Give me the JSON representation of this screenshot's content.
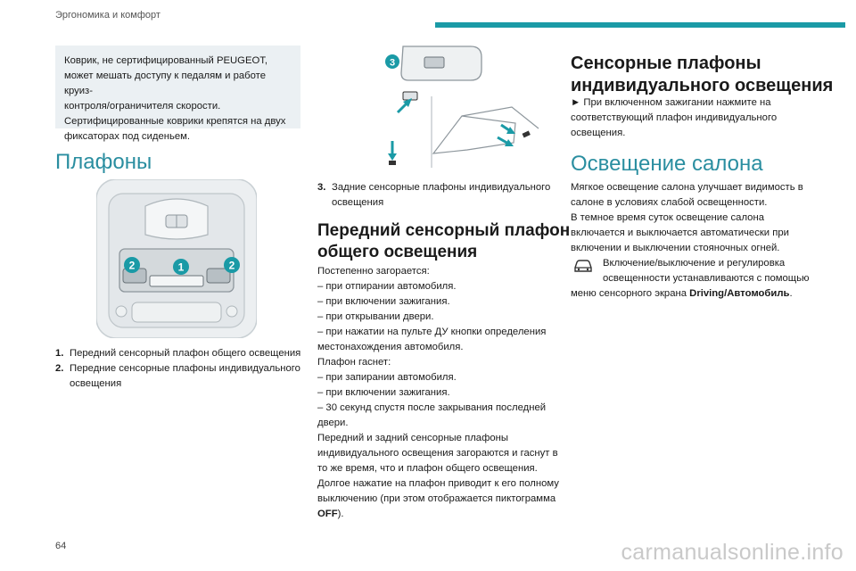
{
  "header": {
    "section_title": "Эргономика и комфорт"
  },
  "note": {
    "lines": [
      "Коврик, не сертифицированный PEUGEOT,",
      "может мешать доступу к педалям и работе круиз-",
      "контроля/ограничителя скорости.",
      "Сертифицированные коврики крепятся на двух",
      "фиксаторах под сиденьем."
    ]
  },
  "section_plafony": {
    "title": "Плафоны"
  },
  "figure1": {
    "callouts": [
      "2",
      "1",
      "2"
    ]
  },
  "captions1": [
    {
      "num": "1.",
      "text": "Передний сенсорный плафон общего освещения"
    },
    {
      "num": "2.",
      "text": "Передние сенсорные плафоны индивидуального",
      "text2": "освещения"
    }
  ],
  "figure2": {
    "callout": "3"
  },
  "captions2": [
    {
      "num": "3.",
      "text": "Задние сенсорные плафоны индивидуального",
      "text2": "освещения"
    }
  ],
  "section_front": {
    "title_line1": "Передний сенсорный плафон",
    "title_line2": "общего освещения",
    "lines": [
      "Постепенно загорается:",
      "–  при отпирании автомобиля.",
      "–  при включении зажигания.",
      "–  при открывании двери.",
      "–  при нажатии на пульте ДУ кнопки определения",
      "местонахождения автомобиля.",
      "Плафон гаснет:",
      "–  при запирании автомобиля.",
      "–  при включении зажигания.",
      "–  30 секунд спустя после закрывания последней",
      "двери.",
      "Передний и задний сенсорные плафоны",
      "индивидуального освещения загораются и гаснут в",
      "то же время, что и плафон общего освещения.",
      "Долгое нажатие на плафон приводит к его полному",
      "выключению (при этом отображается пиктограмма"
    ],
    "last_bold": "OFF",
    "last_tail": ")."
  },
  "section_individual": {
    "title_line1": "Сенсорные плафоны",
    "title_line2": "индивидуального освещения",
    "lines": [
      "►  При включенном зажигании нажмите на",
      "соответствующий плафон индивидуального",
      "освещения."
    ]
  },
  "section_salon": {
    "title": "Освещение салона",
    "lines": [
      "Мягкое освещение салона улучшает видимость в",
      "салоне в условиях слабой освещенности.",
      "В темное время суток освещение салона",
      "включается и выключается автоматически при",
      "включении и выключении стояночных огней."
    ],
    "icon_line1": "Включение/выключение и регулировка",
    "icon_line2": "освещенности устанавливаются с помощью",
    "last_prefix": "меню сенсорного экрана ",
    "last_bold": "Driving/Автомобиль",
    "last_tail": "."
  },
  "page_number": "64",
  "watermark": "carmanualsonline.info",
  "colors": {
    "accent": "#1a9aa6",
    "heading_light": "#2a8ea0",
    "callout": "#1a9aa6",
    "note_bg": "#ebf0f3"
  }
}
